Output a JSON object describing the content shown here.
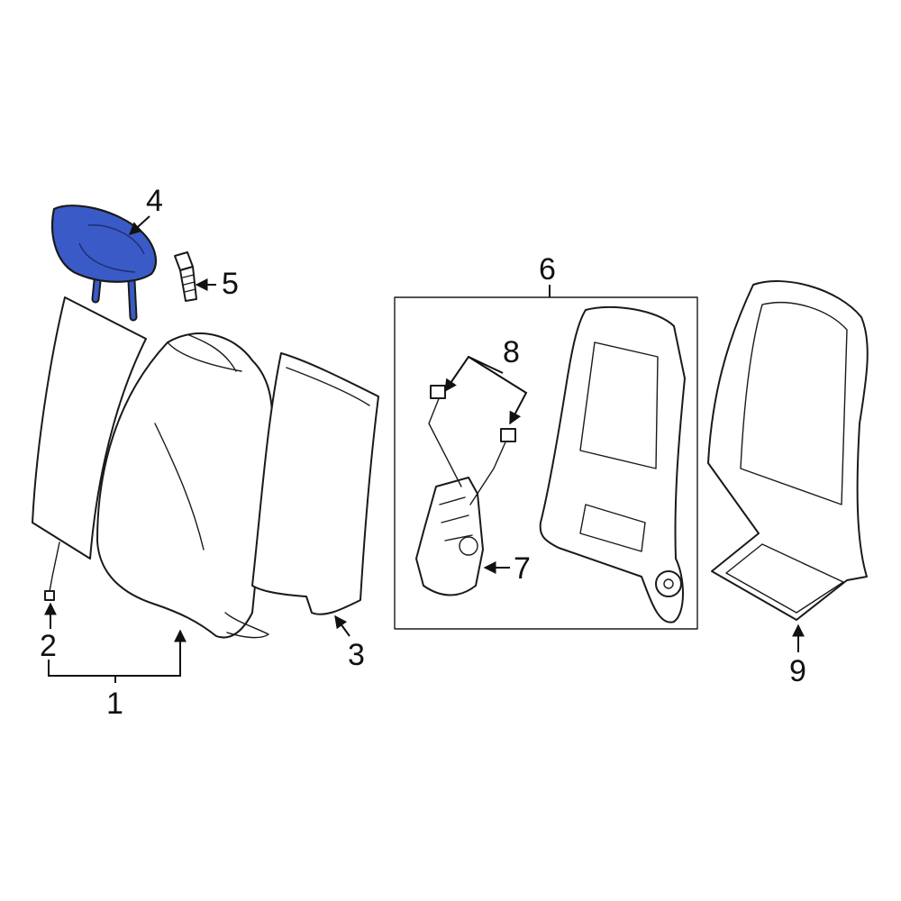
{
  "callouts": [
    {
      "id": "1",
      "label": "1"
    },
    {
      "id": "2",
      "label": "2"
    },
    {
      "id": "3",
      "label": "3"
    },
    {
      "id": "4",
      "label": "4"
    },
    {
      "id": "5",
      "label": "5"
    },
    {
      "id": "6",
      "label": "6"
    },
    {
      "id": "7",
      "label": "7"
    },
    {
      "id": "8",
      "label": "8"
    },
    {
      "id": "9",
      "label": "9"
    }
  ],
  "colors": {
    "highlight": "#3a5bc7",
    "line": "#1a1a1a",
    "background": "#ffffff"
  }
}
